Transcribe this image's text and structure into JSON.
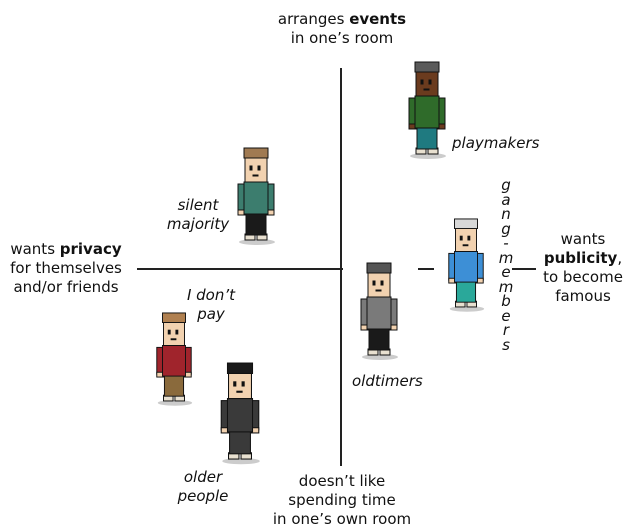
{
  "axes": {
    "top": {
      "line1_pre": "arranges ",
      "line1_bold": "events",
      "line2": "in one’s room"
    },
    "bottom": {
      "line1": "doesn’t like",
      "line2": "spending time",
      "line3": "in one’s own room"
    },
    "left": {
      "line1_pre": "wants ",
      "line1_bold": "privacy",
      "line2": "for themselves",
      "line3": "and/or friends"
    },
    "right": {
      "line1": "wants",
      "line2_bold": "publicity",
      "line2_post": ",",
      "line3": "to become",
      "line4": "famous"
    }
  },
  "groups": {
    "playmakers": "playmakers",
    "silent_majority_1": "silent",
    "silent_majority_2": "majority",
    "gang_members": [
      "g",
      "a",
      "n",
      "g",
      "-",
      "m",
      "e",
      "m",
      "b",
      "e",
      "r",
      "s"
    ],
    "i_dont_pay_1": "I don’t",
    "i_dont_pay_2": "pay",
    "oldtimers": "oldtimers",
    "older_people_1": "older",
    "older_people_2": "people"
  },
  "figures": [
    {
      "name": "playmaker-avatar",
      "shirt": "#2f6b2a",
      "pants": "#1f7a80",
      "skin": "#6b3b1e",
      "hair": "#5a5a5a"
    },
    {
      "name": "silent-majority-avatar",
      "shirt": "#3c7d6e",
      "pants": "#1a1a1a",
      "skin": "#f2d2b0",
      "hair": "#a07a52"
    },
    {
      "name": "gang-member-avatar",
      "shirt": "#3d8fd6",
      "pants": "#2aa89a",
      "skin": "#f2d2b0",
      "hair": "#d8d8d8"
    },
    {
      "name": "oldtimer-avatar",
      "shirt": "#7a7a7a",
      "pants": "#1a1a1a",
      "skin": "#f2d2b0",
      "hair": "#555555"
    },
    {
      "name": "non-paying-avatar",
      "shirt": "#a0242c",
      "pants": "#8a6a3c",
      "skin": "#f2d2b0",
      "hair": "#b08050"
    },
    {
      "name": "older-person-avatar",
      "shirt": "#3a3a3a",
      "pants": "#3a3a3a",
      "skin": "#f2d2b0",
      "hair": "#1a1a1a"
    }
  ]
}
